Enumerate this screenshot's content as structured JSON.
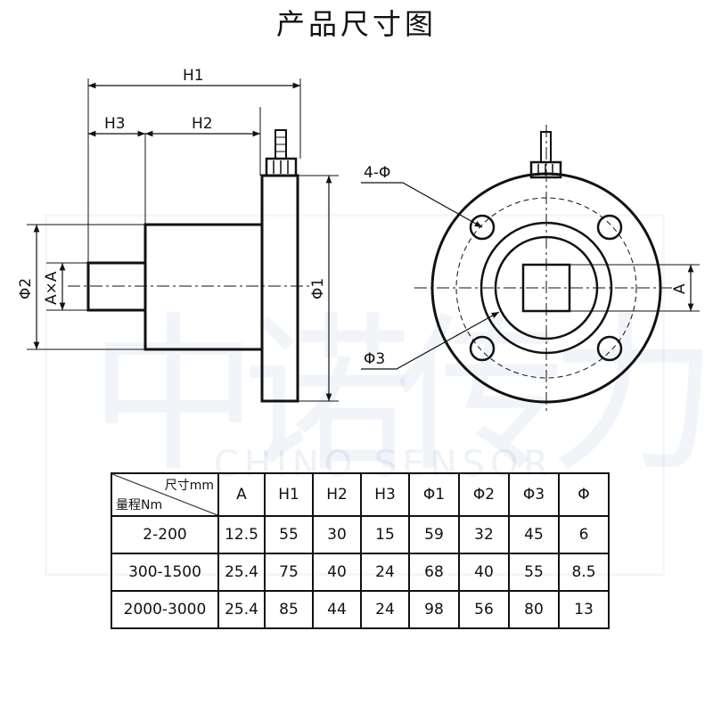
{
  "title": "产品尺寸图",
  "watermark": {
    "cn": "中诺传力",
    "en": "CHINO SENSOR"
  },
  "side_view": {
    "labels": {
      "h1": "H1",
      "h2": "H2",
      "h3": "H3",
      "phi2": "Φ2",
      "axa": "A×A",
      "phi1": "Φ1"
    }
  },
  "front_view": {
    "labels": {
      "bolt_holes": "4-Φ",
      "phi3": "Φ3",
      "a": "A"
    }
  },
  "table": {
    "corner_top": "尺寸mm",
    "corner_bottom": "量程Nm",
    "headers": [
      "A",
      "H1",
      "H2",
      "H3",
      "Φ1",
      "Φ2",
      "Φ3",
      "Φ"
    ],
    "rows": [
      {
        "range": "2-200",
        "values": [
          "12.5",
          "55",
          "30",
          "15",
          "59",
          "32",
          "45",
          "6"
        ]
      },
      {
        "range": "300-1500",
        "values": [
          "25.4",
          "75",
          "40",
          "24",
          "68",
          "40",
          "55",
          "8.5"
        ]
      },
      {
        "range": "2000-3000",
        "values": [
          "25.4",
          "85",
          "44",
          "24",
          "98",
          "56",
          "80",
          "13"
        ]
      }
    ]
  }
}
